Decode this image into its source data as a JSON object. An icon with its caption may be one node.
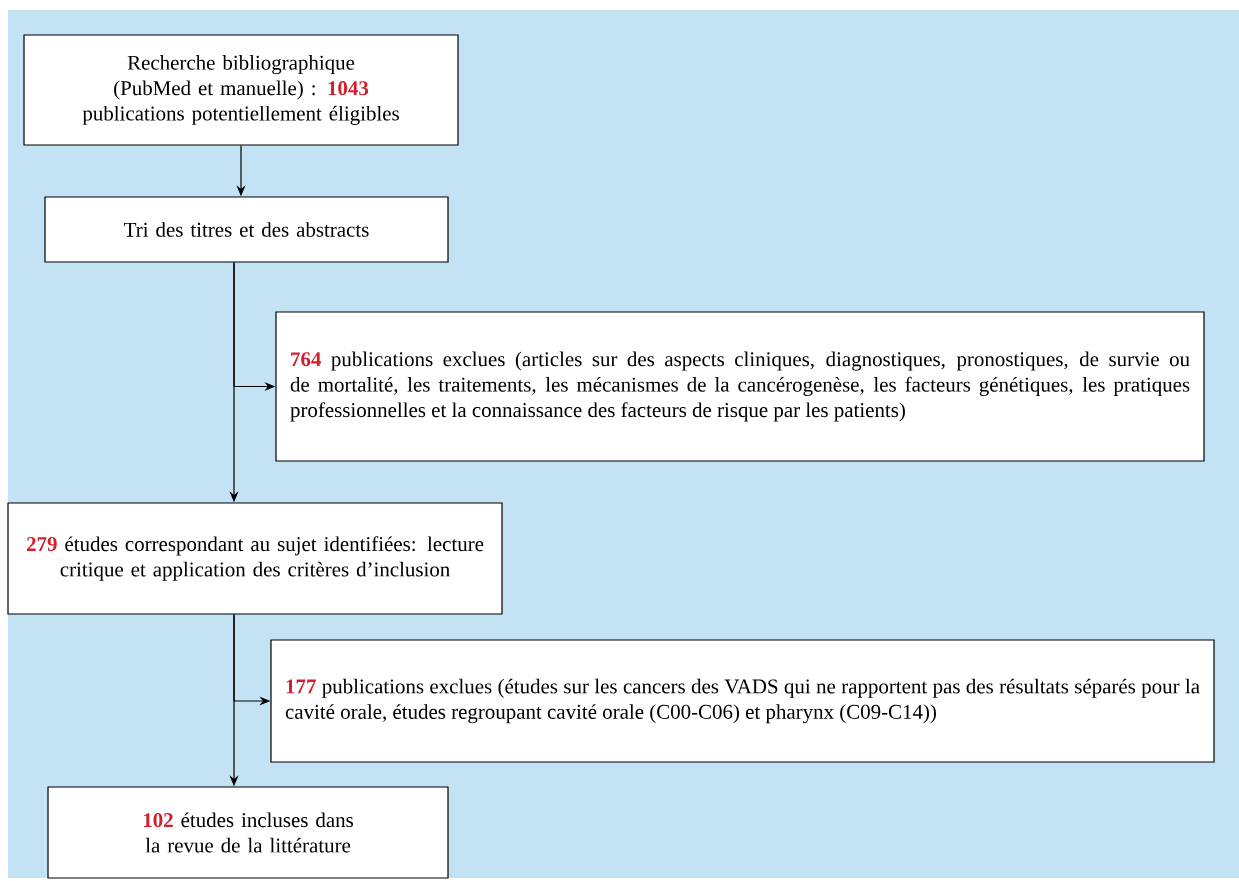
{
  "diagram": {
    "nodes": [
      {
        "text": [
          "Recherche bibliographique (PubMed et manuelle) : **1043** publications potentiellement éligibles"
        ]
      },
      {
        "text": [
          "Tri des titres et des abstracts"
        ]
      },
      {
        "text": [
          "**764** publications exclues (articles sur des aspects cliniques, diagnostiques, pronostiques, de survie ou de mortalité, les traitements, les mécanismes de la cancérogenèse, les facteurs génétiques, les pratiques professionnelles et la connaissance des facteurs de risque par les patients)"
        ]
      },
      {
        "text": [
          "**279** études correspondant au sujet identifiées: lecture critique et application des critères d’inclusion"
        ]
      },
      {
        "text": [
          "**177** publications exclues (études sur les cancers des VADS qui ne rapportent pas des résultats séparés pour la cavité orale, études regroupant cavité orale (C00-C06) et pharynx (C09-C14))"
        ]
      },
      {
        "text": [
          "**102** études incluses dans la revue de la littérature"
        ]
      }
    ],
    "edges": [
      {
        "from": 0,
        "to": 1,
        "arrow": "to"
      },
      {
        "from": 1,
        "to": 2,
        "arrow": "to"
      },
      {
        "from": 1,
        "to": 3,
        "arrow": "to"
      },
      {
        "from": 3,
        "to": 4,
        "arrow": "to"
      },
      {
        "from": 3,
        "to": 5,
        "arrow": "to"
      }
    ]
  }
}
